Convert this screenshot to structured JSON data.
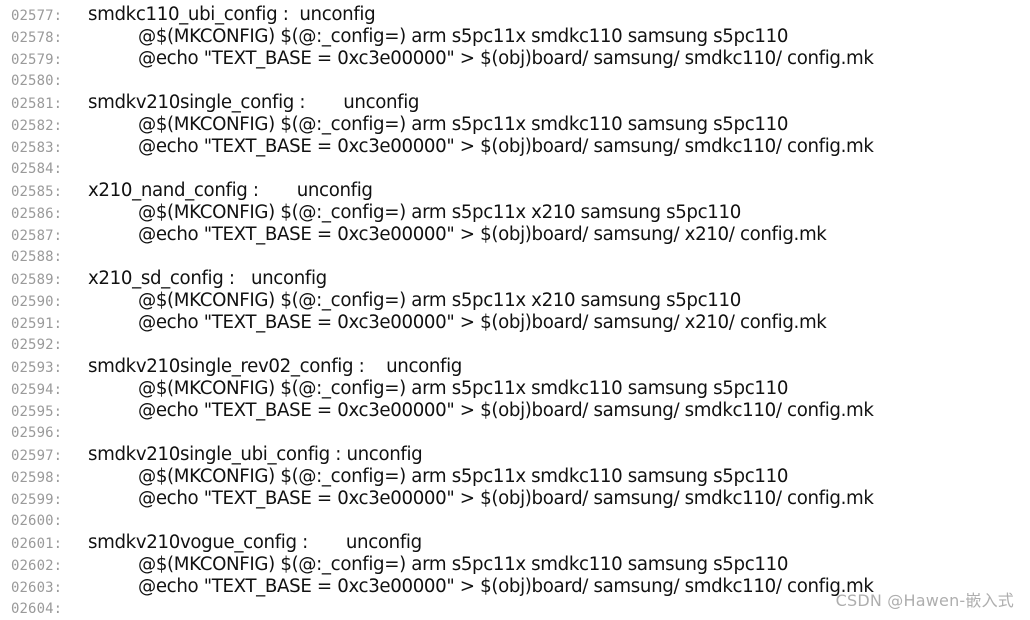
{
  "lines": [
    {
      "num": "02577:",
      "text": "smdkc110_ubi_config :  unconfig"
    },
    {
      "num": "02578:",
      "text": "@$(MKCONFIG) $(@:_config=) arm s5pc11x smdkc110 samsung s5pc110"
    },
    {
      "num": "02579:",
      "text": "@echo \"TEXT_BASE = 0xc3e00000\" > $(obj)board/ samsung/ smdkc110/ config.mk"
    },
    {
      "num": "02580:",
      "text": ""
    },
    {
      "num": "02581:",
      "text": "smdkv210single_config :       unconfig"
    },
    {
      "num": "02582:",
      "text": "@$(MKCONFIG) $(@:_config=) arm s5pc11x smdkc110 samsung s5pc110"
    },
    {
      "num": "02583:",
      "text": "@echo \"TEXT_BASE = 0xc3e00000\" > $(obj)board/ samsung/ smdkc110/ config.mk"
    },
    {
      "num": "02584:",
      "text": ""
    },
    {
      "num": "02585:",
      "text": "x210_nand_config :       unconfig"
    },
    {
      "num": "02586:",
      "text": "@$(MKCONFIG) $(@:_config=) arm s5pc11x x210 samsung s5pc110"
    },
    {
      "num": "02587:",
      "text": "@echo \"TEXT_BASE = 0xc3e00000\" > $(obj)board/ samsung/ x210/ config.mk"
    },
    {
      "num": "02588:",
      "text": ""
    },
    {
      "num": "02589:",
      "text": "x210_sd_config :   unconfig"
    },
    {
      "num": "02590:",
      "text": "@$(MKCONFIG) $(@:_config=) arm s5pc11x x210 samsung s5pc110"
    },
    {
      "num": "02591:",
      "text": "@echo \"TEXT_BASE = 0xc3e00000\" > $(obj)board/ samsung/ x210/ config.mk"
    },
    {
      "num": "02592:",
      "text": ""
    },
    {
      "num": "02593:",
      "text": "smdkv210single_rev02_config :    unconfig"
    },
    {
      "num": "02594:",
      "text": "@$(MKCONFIG) $(@:_config=) arm s5pc11x smdkc110 samsung s5pc110"
    },
    {
      "num": "02595:",
      "text": "@echo \"TEXT_BASE = 0xc3e00000\" > $(obj)board/ samsung/ smdkc110/ config.mk"
    },
    {
      "num": "02596:",
      "text": ""
    },
    {
      "num": "02597:",
      "text": "smdkv210single_ubi_config : unconfig"
    },
    {
      "num": "02598:",
      "text": "@$(MKCONFIG) $(@:_config=) arm s5pc11x smdkc110 samsung s5pc110"
    },
    {
      "num": "02599:",
      "text": "@echo \"TEXT_BASE = 0xc3e00000\" > $(obj)board/ samsung/ smdkc110/ config.mk"
    },
    {
      "num": "02600:",
      "text": ""
    },
    {
      "num": "02601:",
      "text": "smdkv210vogue_config :       unconfig"
    },
    {
      "num": "02602:",
      "text": "@$(MKCONFIG) $(@:_config=) arm s5pc11x smdkc110 samsung s5pc110"
    },
    {
      "num": "02603:",
      "text": "@echo \"TEXT_BASE = 0xc3e00000\" > $(obj)board/ samsung/ smdkc110/ config.mk"
    },
    {
      "num": "02604:",
      "text": ""
    }
  ],
  "watermark": "CSDN @Hawen-嵌入式"
}
